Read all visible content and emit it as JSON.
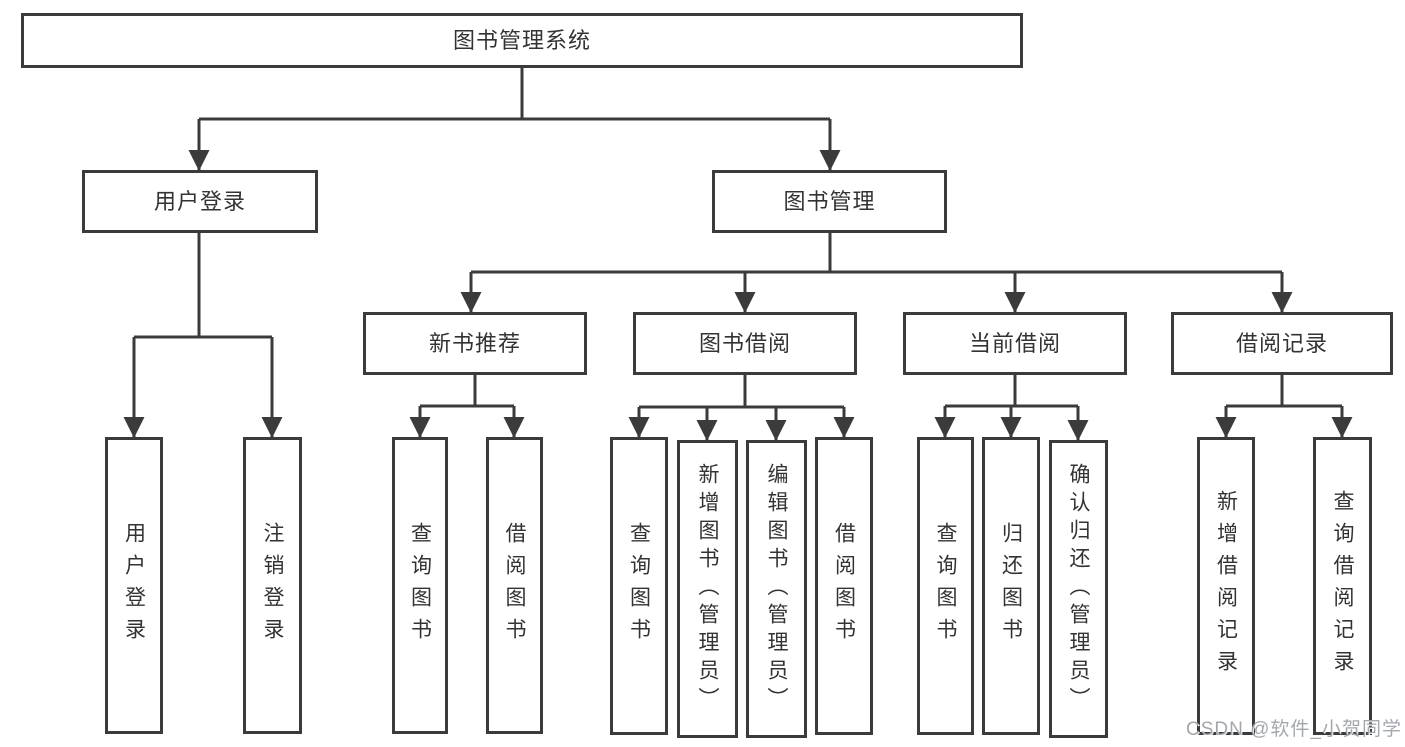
{
  "diagram": {
    "root_label": "图书管理系统",
    "level2": {
      "user_login": "用户登录",
      "book_mgmt": "图书管理"
    },
    "level3": {
      "new_book": "新书推荐",
      "book_borrow": "图书借阅",
      "current_borrow": "当前借阅",
      "borrow_record": "借阅记录"
    },
    "leaves": {
      "user_login": [
        "用户登录",
        "注销登录"
      ],
      "new_book": [
        "查询图书",
        "借阅图书"
      ],
      "book_borrow": [
        "查询图书",
        "新增图书（管理员）",
        "编辑图书（管理员）",
        "借阅图书"
      ],
      "current_borrow": [
        "查询图书",
        "归还图书",
        "确认归还（管理员）"
      ],
      "borrow_record": [
        "新增借阅记录",
        "查询借阅记录"
      ]
    }
  },
  "watermark": {
    "text": "CSDN @软件_小贺同学"
  },
  "colors": {
    "line": "#3b3b3b",
    "text": "#333333",
    "box_background": "#ffffff",
    "watermark": "#a3a8ad"
  }
}
